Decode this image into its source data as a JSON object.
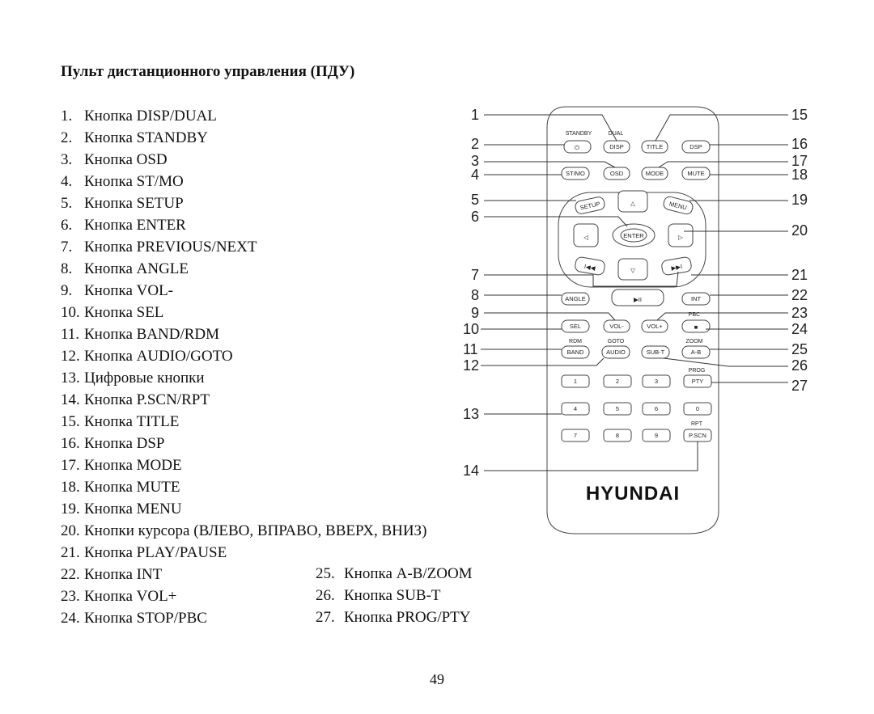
{
  "heading": "Пульт дистанционного управления (ПДУ)",
  "items": [
    {
      "num": "1.",
      "label": "Кнопка DISP/DUAL"
    },
    {
      "num": "2.",
      "label": "Кнопка STANDBY"
    },
    {
      "num": "3.",
      "label": "Кнопка OSD"
    },
    {
      "num": "4.",
      "label": "Кнопка ST/MO"
    },
    {
      "num": "5.",
      "label": "Кнопка SETUP"
    },
    {
      "num": "6.",
      "label": "Кнопка ENTER"
    },
    {
      "num": "7.",
      "label": "Кнопка PREVIOUS/NEXT"
    },
    {
      "num": "8.",
      "label": "Кнопка ANGLE"
    },
    {
      "num": "9.",
      "label": "Кнопка VOL-"
    },
    {
      "num": "10.",
      "label": "Кнопка SEL"
    },
    {
      "num": "11.",
      "label": "Кнопка BAND/RDM"
    },
    {
      "num": "12.",
      "label": "Кнопка AUDIO/GOTO"
    },
    {
      "num": "13.",
      "label": "Цифровые кнопки"
    },
    {
      "num": "14.",
      "label": "Кнопка P.SCN/RPT"
    },
    {
      "num": "15.",
      "label": "Кнопка TITLE"
    },
    {
      "num": "16.",
      "label": "Кнопка DSP"
    },
    {
      "num": "17.",
      "label": "Кнопка MODE"
    },
    {
      "num": "18.",
      "label": "Кнопка MUTE"
    },
    {
      "num": "19.",
      "label": "Кнопка MENU"
    },
    {
      "num": "20.",
      "label": "Кнопки курсора (ВЛЕВО, ВПРАВО, ВВЕРХ, ВНИЗ)"
    },
    {
      "num": "21.",
      "label": "Кнопка PLAY/PAUSE"
    },
    {
      "num": "22.",
      "label": "Кнопка INT"
    },
    {
      "num": "23.",
      "label": "Кнопка VOL+"
    },
    {
      "num": "24.",
      "label": "Кнопка STOP/PBC"
    }
  ],
  "items_col2": [
    {
      "num": "25.",
      "label": "Кнопка A-B/ZOOM"
    },
    {
      "num": "26.",
      "label": "Кнопка SUB-T"
    },
    {
      "num": "27.",
      "label": "Кнопка PROG/PTY"
    }
  ],
  "remote": {
    "brand": "HYUNDAI",
    "top_labels": {
      "standby": "STANDBY",
      "dual": "DUAL",
      "pbc": "PBC",
      "rdm": "RDM",
      "goto": "GOTO",
      "zoom": "ZOOM",
      "prog": "PROG",
      "rpt": "RPT"
    },
    "buttons": {
      "disp": "DISP",
      "title": "TITLE",
      "dsp": "DSP",
      "stmo": "ST/MO",
      "osd": "OSD",
      "mode": "MODE",
      "mute": "MUTE",
      "setup": "SETUP",
      "menu": "MENU",
      "enter": "ENTER",
      "angle": "ANGLE",
      "int": "INT",
      "sel": "SEL",
      "vol_minus": "VOL-",
      "vol_plus": "VOL+",
      "band": "BAND",
      "audio": "AUDIO",
      "subt": "SUB-T",
      "ab": "A-B",
      "pty": "PTY",
      "d1": "1",
      "d2": "2",
      "d3": "3",
      "d4": "4",
      "d5": "5",
      "d6": "6",
      "d0": "0",
      "d7": "7",
      "d8": "8",
      "d9": "9",
      "pscn": "P.SCN"
    },
    "callouts_left": [
      "1",
      "2",
      "3",
      "4",
      "5",
      "6",
      "7",
      "8",
      "9",
      "10",
      "11",
      "12",
      "13",
      "14"
    ],
    "callouts_right": [
      "15",
      "16",
      "17",
      "18",
      "19",
      "20",
      "21",
      "22",
      "23",
      "24",
      "25",
      "26",
      "27"
    ]
  },
  "page_number": "49"
}
